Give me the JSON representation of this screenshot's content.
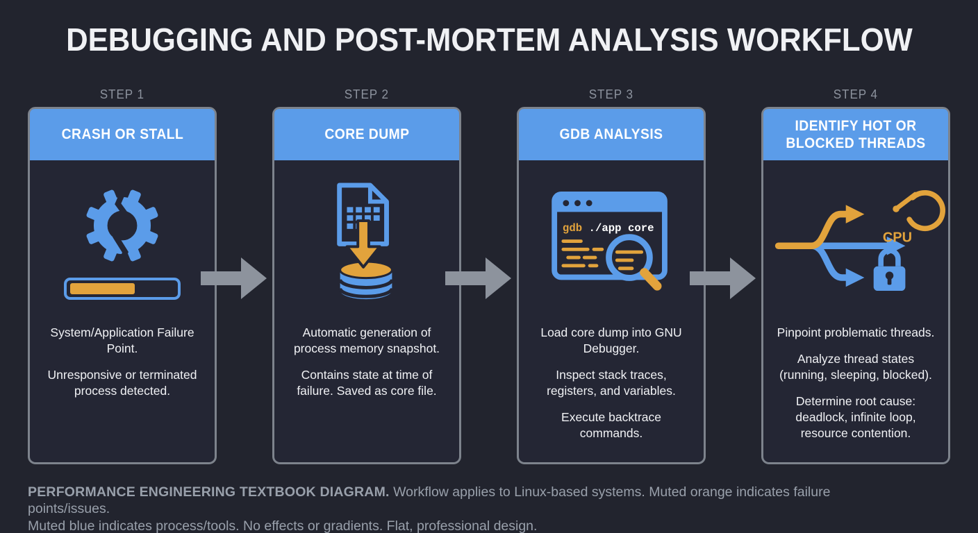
{
  "title": "DEBUGGING AND POST-MORTEM ANALYSIS WORKFLOW",
  "colors": {
    "background": "#22242e",
    "card_background": "#242634",
    "card_border": "#7d838c",
    "accent_blue": "#5b9ce9",
    "accent_orange": "#e2a33c",
    "flow_arrow_gray": "#8d939d",
    "step_label_gray": "#8d939e",
    "footer_gray": "#99a0ab",
    "header_text": "#ffffff",
    "body_text": "#f0f1f4"
  },
  "steps": [
    {
      "label": "STEP 1",
      "title": "CRASH OR STALL",
      "icon": "broken-gear-with-progress-bar",
      "paragraphs": [
        "System/Application Failure Point.",
        "Unresponsive or terminated process detected."
      ]
    },
    {
      "label": "STEP 2",
      "title": "CORE DUMP",
      "icon": "memory-file-dump-to-database",
      "paragraphs": [
        "Automatic generation of process memory snapshot.",
        "Contains state at time of failure. Saved as core file."
      ]
    },
    {
      "label": "STEP 3",
      "title": "GDB ANALYSIS",
      "icon": "terminal-window-with-magnifier",
      "terminal_prefix": "gdb",
      "terminal_args": " ./app core",
      "paragraphs": [
        "Load core dump into GNU Debugger.",
        "Inspect stack traces, registers, and variables.",
        "Execute backtrace commands."
      ]
    },
    {
      "label": "STEP 4",
      "title": "IDENTIFY HOT OR BLOCKED THREADS",
      "icon": "branching-threads-cpu-gauge-and-lock",
      "cpu_label": "CPU",
      "paragraphs": [
        "Pinpoint problematic threads.",
        "Analyze thread states (running, sleeping, blocked).",
        "Determine root cause: deadlock, infinite loop, resource contention."
      ]
    }
  ],
  "footer": {
    "bold": "PERFORMANCE ENGINEERING TEXTBOOK DIAGRAM.",
    "line1_rest": "Workflow applies to Linux-based systems. Muted orange indicates failure points/issues.",
    "line2": "Muted blue indicates process/tools. No effects or gradients. Flat, professional design."
  }
}
